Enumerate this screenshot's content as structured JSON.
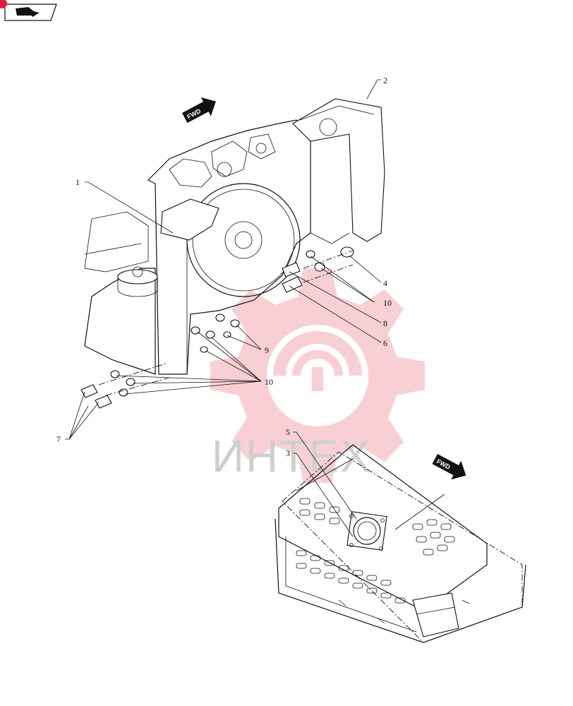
{
  "watermark": {
    "text": "ИНТЕХ",
    "color": "#f4a9b3"
  },
  "fwd_labels": [
    "FWD",
    "FWD"
  ],
  "callouts": [
    {
      "id": "c1",
      "label": "1"
    },
    {
      "id": "c2",
      "label": "2"
    },
    {
      "id": "c3",
      "label": "3"
    },
    {
      "id": "c4",
      "label": "4"
    },
    {
      "id": "c5",
      "label": "5"
    },
    {
      "id": "c6",
      "label": "6"
    },
    {
      "id": "c7",
      "label": "7"
    },
    {
      "id": "c8",
      "label": "8"
    },
    {
      "id": "c9",
      "label": "9"
    },
    {
      "id": "c10a",
      "label": "10"
    },
    {
      "id": "c10b",
      "label": "10"
    }
  ],
  "colors": {
    "line": "#111111",
    "badge": "#e0203a",
    "watermark_gear": "#f4a9b3"
  }
}
